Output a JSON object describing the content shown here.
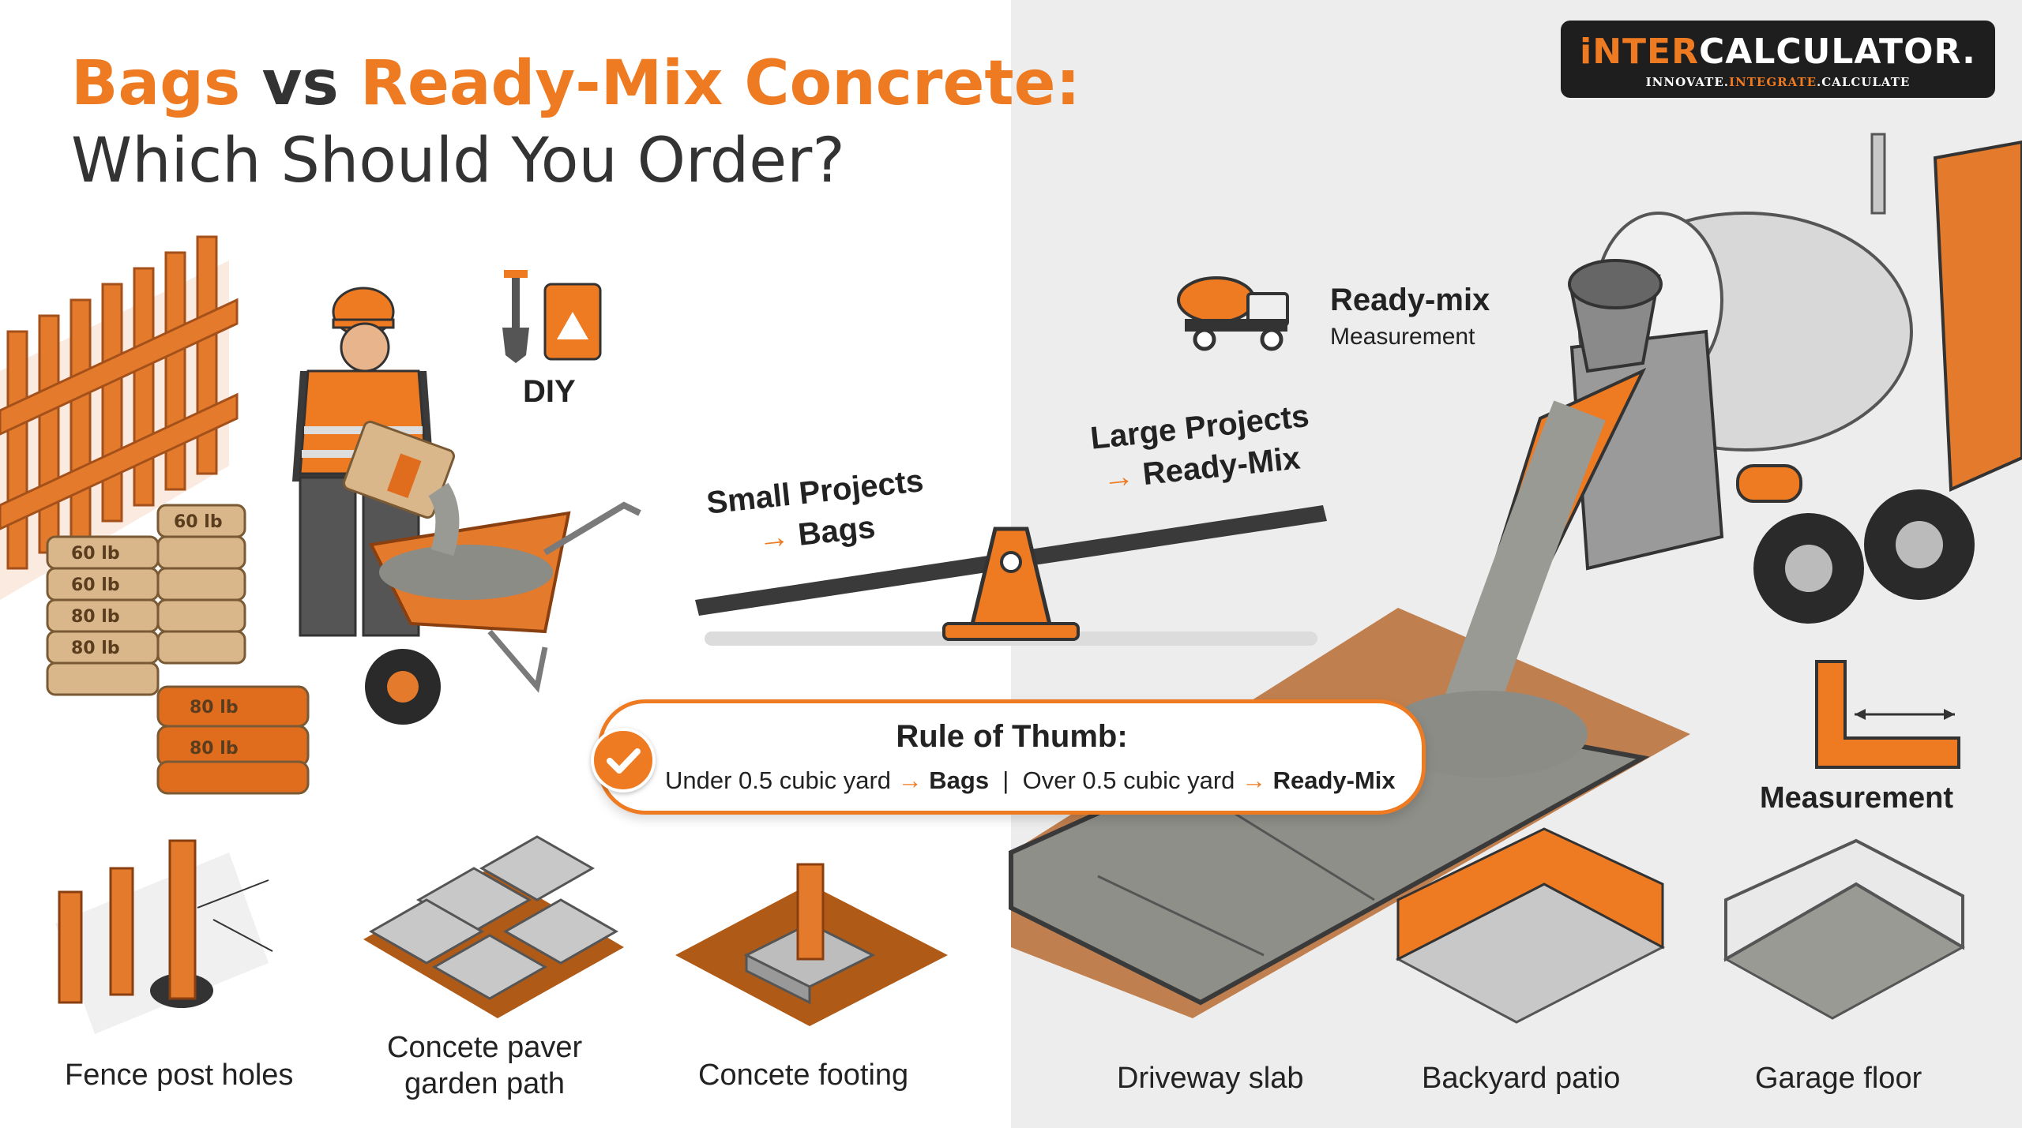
{
  "title": {
    "line1_part1": "Bags",
    "line1_part2": " vs ",
    "line1_part3": "Ready-Mix Concrete:",
    "line2": "Which Should You Order?"
  },
  "logo": {
    "brand_i": "i",
    "brand_nter": "NTER",
    "brand_rest": "CALCULATOR.",
    "tag_innovate": "INNOVATE.",
    "tag_integrate": "INTEGRATE",
    "tag_calculate": ".CALCULATE"
  },
  "diy_label": "DIY",
  "ready_mix": {
    "title": "Ready-mix",
    "subtitle": "Measurement"
  },
  "seesaw": {
    "small_line1": "Small Projects",
    "small_arrow": "→",
    "small_line2": " Bags",
    "large_line1": "Large Projects",
    "large_arrow": "→",
    "large_line2": " Ready-Mix"
  },
  "rule": {
    "heading": "Rule of Thumb:",
    "under": "Under 0.5 cubic yard ",
    "arrow": "→",
    "bags": " Bags",
    "sep": "  |  ",
    "over": "Over 0.5 cubic yard ",
    "readymix": " Ready-Mix"
  },
  "bag_labels": [
    "60 lb",
    "60 lb",
    "60 lb",
    "80 lb",
    "80 lb",
    "80 lb",
    "80 lb"
  ],
  "examples_small": [
    {
      "label_line1": "Fence post holes",
      "label_line2": ""
    },
    {
      "label_line1": "Concete paver",
      "label_line2": "garden path"
    },
    {
      "label_line1": "Concete footing",
      "label_line2": ""
    }
  ],
  "examples_large": [
    {
      "label": "Driveway slab"
    },
    {
      "label": "Backyard patio"
    },
    {
      "label": "Garage floor"
    }
  ],
  "measurement_label": "Measurement",
  "colors": {
    "accent": "#ee7a22",
    "dark": "#333333",
    "right_bg": "#ededed"
  },
  "icons": [
    "shovel-icon",
    "cement-bag-icon",
    "mixer-truck-icon",
    "check-icon",
    "ruler-icon"
  ]
}
